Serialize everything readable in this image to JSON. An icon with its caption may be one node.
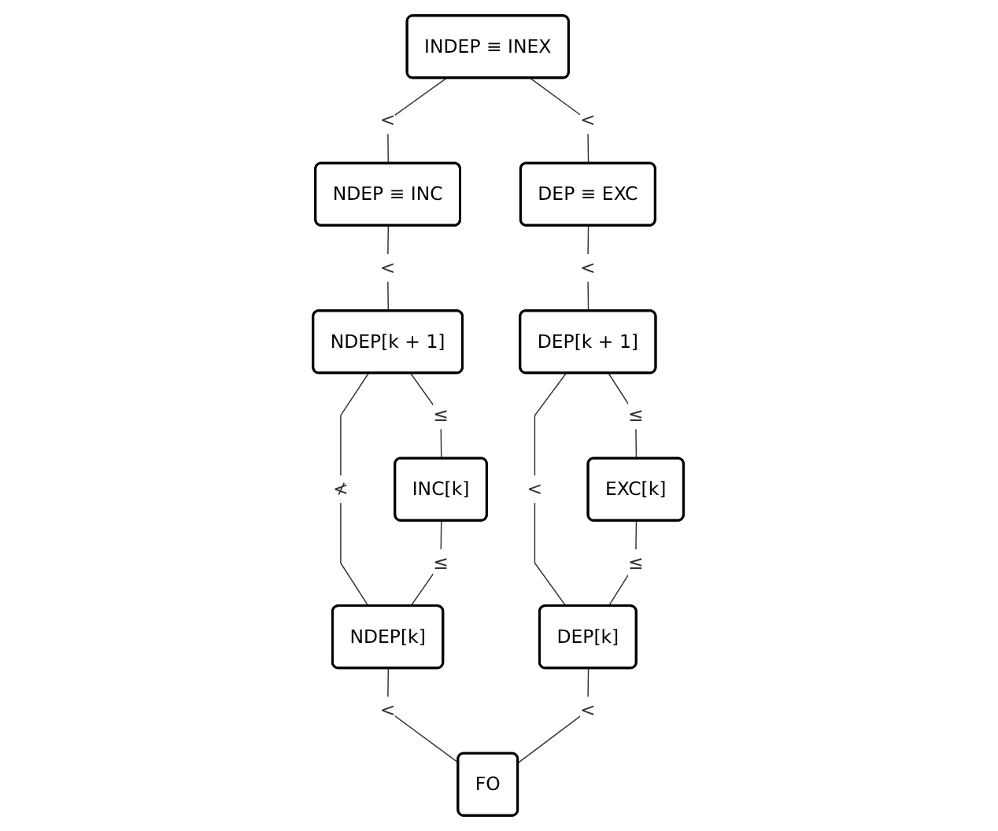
{
  "diagram": {
    "nodes": [
      {
        "text": [
          "INDEP ≡ INEX"
        ]
      },
      {
        "text": [
          "NDEP ≡ INC"
        ]
      },
      {
        "text": [
          "DEP ≡ EXC"
        ]
      },
      {
        "text": [
          "NDEP[k + 1]"
        ]
      },
      {
        "text": [
          "DEP[k + 1]"
        ]
      },
      {
        "text": [
          "INC[k]"
        ]
      },
      {
        "text": [
          "EXC[k]"
        ]
      },
      {
        "text": [
          "NDEP[k]"
        ]
      },
      {
        "text": [
          "DEP[k]"
        ]
      },
      {
        "text": [
          "FO"
        ]
      }
    ],
    "edges": [
      {
        "from": 0,
        "to": 1,
        "arrow": "none",
        "label": "<"
      },
      {
        "from": 0,
        "to": 2,
        "arrow": "none",
        "label": "<"
      },
      {
        "from": 1,
        "to": 3,
        "arrow": "none",
        "label": "<"
      },
      {
        "from": 2,
        "to": 4,
        "arrow": "none",
        "label": "<"
      },
      {
        "from": 3,
        "to": 5,
        "arrow": "none",
        "label": "≤"
      },
      {
        "from": 3,
        "to": 7,
        "arrow": "none",
        "label": "≮"
      },
      {
        "from": 4,
        "to": 6,
        "arrow": "none",
        "label": "≤"
      },
      {
        "from": 4,
        "to": 8,
        "arrow": "none",
        "label": "<"
      },
      {
        "from": 5,
        "to": 7,
        "arrow": "none",
        "label": "≤"
      },
      {
        "from": 6,
        "to": 8,
        "arrow": "none",
        "label": "≤"
      },
      {
        "from": 7,
        "to": 9,
        "arrow": "none",
        "label": "<"
      },
      {
        "from": 8,
        "to": 9,
        "arrow": "none",
        "label": "<"
      }
    ]
  }
}
